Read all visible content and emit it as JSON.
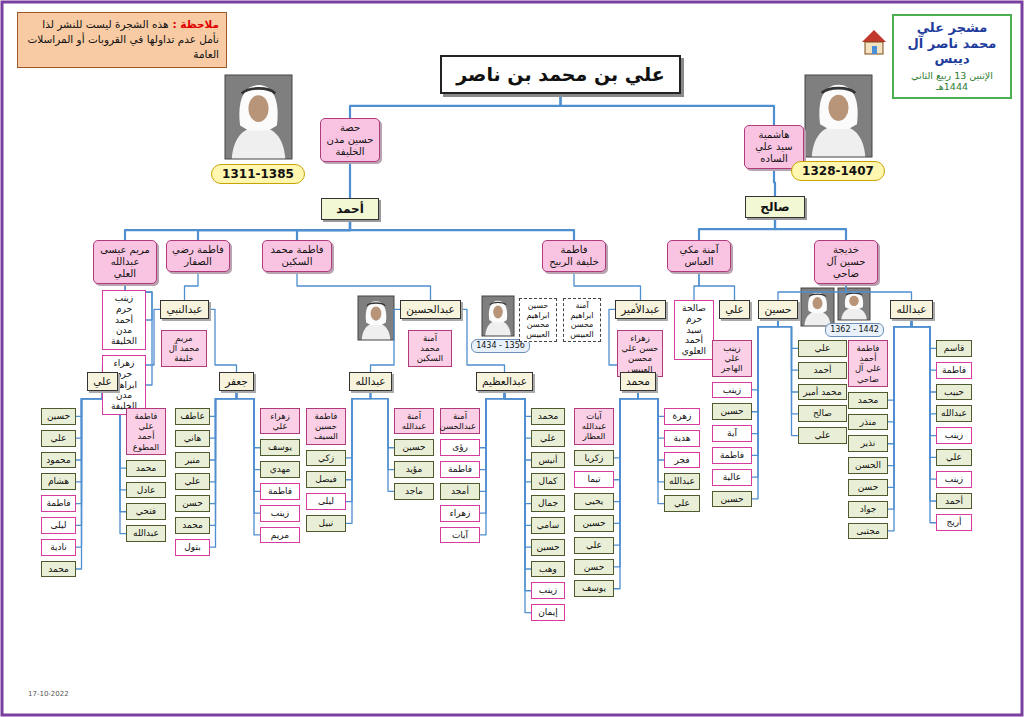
{
  "diagram": {
    "nodes": [
      {
        "text": [
          "علي بن محمد بن ناصر"
        ]
      },
      {
        "text": [
          "حصة حسين مدن الخليفة"
        ]
      },
      {
        "text": [
          "1311-1385"
        ]
      },
      {
        "text": [
          "هاشمية سيد علي الساده"
        ]
      },
      {
        "text": [
          "1328-1407"
        ]
      },
      {
        "text": [
          "أحمد"
        ]
      },
      {
        "text": [
          "صالح"
        ]
      },
      {
        "text": [
          "مريم عيسى عبدالله العلي"
        ]
      },
      {
        "text": [
          "فاطمة رضي الصفار"
        ]
      },
      {
        "text": [
          "فاطمة محمد السكين"
        ]
      },
      {
        "text": [
          "فاطمة خليفة الربيح"
        ]
      },
      {
        "text": [
          "آمنة مكي العباس"
        ]
      },
      {
        "text": [
          "خديجة حسين آل ضاحي"
        ]
      },
      {
        "text": [
          "زينب حرم أحمد مدن الخليفة"
        ]
      },
      {
        "text": [
          "زهراء حرم ابراهيم مدن الخليفة"
        ]
      },
      {
        "text": [
          "عبدالنبي"
        ]
      },
      {
        "text": [
          "مريم محمد آل خليفة"
        ]
      },
      {
        "text": [
          "عبدالحسين"
        ]
      },
      {
        "text": [
          "آمنة محمد السكين"
        ]
      },
      {
        "text": [
          "1434 - 1356"
        ]
      },
      {
        "text": [
          "عبدالأمير"
        ]
      },
      {
        "text": [
          "زهراء حسن علي محسن العبيس"
        ]
      },
      {
        "text": [
          "آمنة ابراهيم محسن العبيس"
        ]
      },
      {
        "text": [
          "حسين ابراهيم محسن العبيس"
        ]
      },
      {
        "text": [
          "صالحة حرم سيد أحمد العلوي"
        ]
      },
      {
        "text": [
          "علي"
        ]
      },
      {
        "text": [
          "حسين"
        ]
      },
      {
        "text": [
          "زينب علي الهاجر"
        ]
      },
      {
        "text": [
          "عبدالله"
        ]
      },
      {
        "text": [
          "فاطمة أحمد علي آل ضاحي"
        ]
      },
      {
        "text": [
          "1362 - 1442"
        ]
      },
      {
        "text": [
          "علي"
        ]
      },
      {
        "text": [
          "جعفر"
        ]
      },
      {
        "text": [
          "عبدالله"
        ]
      },
      {
        "text": [
          "عبدالعظيم"
        ]
      },
      {
        "text": [
          "محمد"
        ]
      },
      {
        "text": [
          "حسين"
        ]
      },
      {
        "text": [
          "علي"
        ]
      },
      {
        "text": [
          "محمود"
        ]
      },
      {
        "text": [
          "هشام"
        ]
      },
      {
        "text": [
          "فاطمة"
        ]
      },
      {
        "text": [
          "ليلى"
        ]
      },
      {
        "text": [
          "نادية"
        ]
      },
      {
        "text": [
          "محمد"
        ]
      },
      {
        "text": [
          "فاطمة علي أحمد المطوع"
        ]
      },
      {
        "text": [
          "محمد"
        ]
      },
      {
        "text": [
          "عادل"
        ]
      },
      {
        "text": [
          "فتحي"
        ]
      },
      {
        "text": [
          "عبدالله"
        ]
      },
      {
        "text": [
          "عاطف"
        ]
      },
      {
        "text": [
          "هاني"
        ]
      },
      {
        "text": [
          "منير"
        ]
      },
      {
        "text": [
          "علي"
        ]
      },
      {
        "text": [
          "حسن"
        ]
      },
      {
        "text": [
          "محمد"
        ]
      },
      {
        "text": [
          "بتول"
        ]
      },
      {
        "text": [
          "زهراء علي"
        ]
      },
      {
        "text": [
          "يوسف"
        ]
      },
      {
        "text": [
          "مهدي"
        ]
      },
      {
        "text": [
          "فاطمة"
        ]
      },
      {
        "text": [
          "زينب"
        ]
      },
      {
        "text": [
          "مريم"
        ]
      },
      {
        "text": [
          "فاطمة حسين السيف"
        ]
      },
      {
        "text": [
          "زكي"
        ]
      },
      {
        "text": [
          "فيصل"
        ]
      },
      {
        "text": [
          "ليلى"
        ]
      },
      {
        "text": [
          "نبيل"
        ]
      },
      {
        "text": [
          "آمنة عبدالله"
        ]
      },
      {
        "text": [
          "حسين"
        ]
      },
      {
        "text": [
          "مؤيد"
        ]
      },
      {
        "text": [
          "ماجد"
        ]
      },
      {
        "text": [
          "آمنة عبدالحسن"
        ]
      },
      {
        "text": [
          "رؤى"
        ]
      },
      {
        "text": [
          "فاطمة"
        ]
      },
      {
        "text": [
          "أمجد"
        ]
      },
      {
        "text": [
          "زهراء"
        ]
      },
      {
        "text": [
          "آيات"
        ]
      },
      {
        "text": [
          "محمد"
        ]
      },
      {
        "text": [
          "علي"
        ]
      },
      {
        "text": [
          "أنيس"
        ]
      },
      {
        "text": [
          "كمال"
        ]
      },
      {
        "text": [
          "جمال"
        ]
      },
      {
        "text": [
          "سامي"
        ]
      },
      {
        "text": [
          "حسين"
        ]
      },
      {
        "text": [
          "وهب"
        ]
      },
      {
        "text": [
          "زينب"
        ]
      },
      {
        "text": [
          "إيمان"
        ]
      },
      {
        "text": [
          "آيات عبدالله العطار"
        ]
      },
      {
        "text": [
          "زكريا"
        ]
      },
      {
        "text": [
          "تيما"
        ]
      },
      {
        "text": [
          "يحيى"
        ]
      },
      {
        "text": [
          "حسين"
        ]
      },
      {
        "text": [
          "علي"
        ]
      },
      {
        "text": [
          "حسن"
        ]
      },
      {
        "text": [
          "يوسف"
        ]
      },
      {
        "text": [
          "زهرة"
        ]
      },
      {
        "text": [
          "هدية"
        ]
      },
      {
        "text": [
          "فجر"
        ]
      },
      {
        "text": [
          "عبدالله"
        ]
      },
      {
        "text": [
          "علي"
        ]
      },
      {
        "text": [
          "زينب"
        ]
      },
      {
        "text": [
          "حسين"
        ]
      },
      {
        "text": [
          "آية"
        ]
      },
      {
        "text": [
          "فاطمة"
        ]
      },
      {
        "text": [
          "عالية"
        ]
      },
      {
        "text": [
          "حسين"
        ]
      },
      {
        "text": [
          "علي"
        ]
      },
      {
        "text": [
          "أحمد"
        ]
      },
      {
        "text": [
          "محمد أمير"
        ]
      },
      {
        "text": [
          "صالح"
        ]
      },
      {
        "text": [
          "علي"
        ]
      },
      {
        "text": [
          "محمد"
        ]
      },
      {
        "text": [
          "منذر"
        ]
      },
      {
        "text": [
          "نذير"
        ]
      },
      {
        "text": [
          "الحسن"
        ]
      },
      {
        "text": [
          "حسن"
        ]
      },
      {
        "text": [
          "جواد"
        ]
      },
      {
        "text": [
          "مجتبى"
        ]
      },
      {
        "text": [
          "قاسم"
        ]
      },
      {
        "text": [
          "فاطمة"
        ]
      },
      {
        "text": [
          "حبيب"
        ]
      },
      {
        "text": [
          "عبدالله"
        ]
      },
      {
        "text": [
          "زينب"
        ]
      },
      {
        "text": [
          "علي"
        ]
      },
      {
        "text": [
          "زينب"
        ]
      },
      {
        "text": [
          "أحمد"
        ]
      },
      {
        "text": [
          "أريج"
        ]
      },
      {
        "text": [
          "مشجر علي محمد ناصر آل ديبس",
          "الإثنين 13 ربيع الثاني 1444هـ"
        ]
      },
      {
        "text": [
          "ملاحظة :",
          "هذه الشجرة ليست للنشر لذا نأمل عدم تداولها في القروبات أو المراسلات العامة"
        ]
      }
    ],
    "edges": [
      {
        "from": 0,
        "to": 1,
        "arrow": "none"
      },
      {
        "from": 0,
        "to": 3,
        "arrow": "none"
      },
      {
        "from": 1,
        "to": 5,
        "arrow": "none"
      },
      {
        "from": 3,
        "to": 6,
        "arrow": "none"
      },
      {
        "from": 5,
        "to": 7,
        "arrow": "none"
      },
      {
        "from": 5,
        "to": 8,
        "arrow": "none"
      },
      {
        "from": 5,
        "to": 9,
        "arrow": "none"
      },
      {
        "from": 5,
        "to": 10,
        "arrow": "none"
      },
      {
        "from": 6,
        "to": 11,
        "arrow": "none"
      },
      {
        "from": 6,
        "to": 12,
        "arrow": "none"
      },
      {
        "from": 7,
        "to": 13,
        "arrow": "none"
      },
      {
        "from": 7,
        "to": 14,
        "arrow": "none"
      },
      {
        "from": 8,
        "to": 15,
        "arrow": "none"
      },
      {
        "from": 9,
        "to": 17,
        "arrow": "none"
      },
      {
        "from": 10,
        "to": 20,
        "arrow": "none"
      },
      {
        "from": 11,
        "to": 24,
        "arrow": "none"
      },
      {
        "from": 11,
        "to": 25,
        "arrow": "none"
      },
      {
        "from": 12,
        "to": 26,
        "arrow": "none"
      },
      {
        "from": 12,
        "to": 28,
        "arrow": "none"
      },
      {
        "from": 15,
        "to": 31,
        "arrow": "none"
      },
      {
        "from": 15,
        "to": 32,
        "arrow": "none"
      },
      {
        "from": 17,
        "to": 33,
        "arrow": "none"
      },
      {
        "from": 17,
        "to": 34,
        "arrow": "none"
      },
      {
        "from": 20,
        "to": 35,
        "arrow": "none"
      },
      {
        "from": 31,
        "to": 36,
        "arrow": "none"
      },
      {
        "from": 31,
        "to": 37,
        "arrow": "none"
      },
      {
        "from": 31,
        "to": 38,
        "arrow": "none"
      },
      {
        "from": 31,
        "to": 39,
        "arrow": "none"
      },
      {
        "from": 31,
        "to": 40,
        "arrow": "none"
      },
      {
        "from": 31,
        "to": 41,
        "arrow": "none"
      },
      {
        "from": 31,
        "to": 42,
        "arrow": "none"
      },
      {
        "from": 31,
        "to": 43,
        "arrow": "none"
      },
      {
        "from": 31,
        "to": 45,
        "arrow": "none"
      },
      {
        "from": 31,
        "to": 46,
        "arrow": "none"
      },
      {
        "from": 31,
        "to": 47,
        "arrow": "none"
      },
      {
        "from": 31,
        "to": 48,
        "arrow": "none"
      },
      {
        "from": 32,
        "to": 49,
        "arrow": "none"
      },
      {
        "from": 32,
        "to": 50,
        "arrow": "none"
      },
      {
        "from": 32,
        "to": 51,
        "arrow": "none"
      },
      {
        "from": 32,
        "to": 52,
        "arrow": "none"
      },
      {
        "from": 32,
        "to": 53,
        "arrow": "none"
      },
      {
        "from": 32,
        "to": 54,
        "arrow": "none"
      },
      {
        "from": 32,
        "to": 55,
        "arrow": "none"
      },
      {
        "from": 32,
        "to": 57,
        "arrow": "none"
      },
      {
        "from": 32,
        "to": 58,
        "arrow": "none"
      },
      {
        "from": 32,
        "to": 59,
        "arrow": "none"
      },
      {
        "from": 32,
        "to": 60,
        "arrow": "none"
      },
      {
        "from": 32,
        "to": 61,
        "arrow": "none"
      },
      {
        "from": 33,
        "to": 63,
        "arrow": "none"
      },
      {
        "from": 33,
        "to": 64,
        "arrow": "none"
      },
      {
        "from": 33,
        "to": 65,
        "arrow": "none"
      },
      {
        "from": 33,
        "to": 66,
        "arrow": "none"
      },
      {
        "from": 33,
        "to": 68,
        "arrow": "none"
      },
      {
        "from": 33,
        "to": 69,
        "arrow": "none"
      },
      {
        "from": 33,
        "to": 70,
        "arrow": "none"
      },
      {
        "from": 34,
        "to": 72,
        "arrow": "none"
      },
      {
        "from": 34,
        "to": 73,
        "arrow": "none"
      },
      {
        "from": 34,
        "to": 74,
        "arrow": "none"
      },
      {
        "from": 34,
        "to": 75,
        "arrow": "none"
      },
      {
        "from": 34,
        "to": 76,
        "arrow": "none"
      },
      {
        "from": 34,
        "to": 77,
        "arrow": "none"
      },
      {
        "from": 34,
        "to": 78,
        "arrow": "none"
      },
      {
        "from": 34,
        "to": 79,
        "arrow": "none"
      },
      {
        "from": 34,
        "to": 80,
        "arrow": "none"
      },
      {
        "from": 34,
        "to": 81,
        "arrow": "none"
      },
      {
        "from": 34,
        "to": 82,
        "arrow": "none"
      },
      {
        "from": 34,
        "to": 83,
        "arrow": "none"
      },
      {
        "from": 34,
        "to": 84,
        "arrow": "none"
      },
      {
        "from": 34,
        "to": 85,
        "arrow": "none"
      },
      {
        "from": 34,
        "to": 86,
        "arrow": "none"
      },
      {
        "from": 35,
        "to": 88,
        "arrow": "none"
      },
      {
        "from": 35,
        "to": 89,
        "arrow": "none"
      },
      {
        "from": 35,
        "to": 90,
        "arrow": "none"
      },
      {
        "from": 35,
        "to": 91,
        "arrow": "none"
      },
      {
        "from": 35,
        "to": 92,
        "arrow": "none"
      },
      {
        "from": 35,
        "to": 93,
        "arrow": "none"
      },
      {
        "from": 35,
        "to": 94,
        "arrow": "none"
      },
      {
        "from": 35,
        "to": 95,
        "arrow": "none"
      },
      {
        "from": 35,
        "to": 96,
        "arrow": "none"
      },
      {
        "from": 35,
        "to": 97,
        "arrow": "none"
      },
      {
        "from": 35,
        "to": 98,
        "arrow": "none"
      },
      {
        "from": 35,
        "to": 99,
        "arrow": "none"
      },
      {
        "from": 26,
        "to": 100,
        "arrow": "none"
      },
      {
        "from": 26,
        "to": 101,
        "arrow": "none"
      },
      {
        "from": 26,
        "to": 102,
        "arrow": "none"
      },
      {
        "from": 26,
        "to": 103,
        "arrow": "none"
      },
      {
        "from": 26,
        "to": 104,
        "arrow": "none"
      },
      {
        "from": 26,
        "to": 105,
        "arrow": "none"
      },
      {
        "from": 26,
        "to": 106,
        "arrow": "none"
      },
      {
        "from": 26,
        "to": 107,
        "arrow": "none"
      },
      {
        "from": 26,
        "to": 108,
        "arrow": "none"
      },
      {
        "from": 26,
        "to": 109,
        "arrow": "none"
      },
      {
        "from": 26,
        "to": 110,
        "arrow": "none"
      },
      {
        "from": 28,
        "to": 111,
        "arrow": "none"
      },
      {
        "from": 28,
        "to": 112,
        "arrow": "none"
      },
      {
        "from": 28,
        "to": 113,
        "arrow": "none"
      },
      {
        "from": 28,
        "to": 114,
        "arrow": "none"
      },
      {
        "from": 28,
        "to": 115,
        "arrow": "none"
      },
      {
        "from": 28,
        "to": 116,
        "arrow": "none"
      },
      {
        "from": 28,
        "to": 117,
        "arrow": "none"
      },
      {
        "from": 28,
        "to": 118,
        "arrow": "none"
      },
      {
        "from": 28,
        "to": 119,
        "arrow": "none"
      },
      {
        "from": 28,
        "to": 120,
        "arrow": "none"
      },
      {
        "from": 28,
        "to": 121,
        "arrow": "none"
      },
      {
        "from": 28,
        "to": 122,
        "arrow": "none"
      },
      {
        "from": 28,
        "to": 123,
        "arrow": "none"
      },
      {
        "from": 28,
        "to": 124,
        "arrow": "none"
      },
      {
        "from": 28,
        "to": 125,
        "arrow": "none"
      },
      {
        "from": 28,
        "to": 126,
        "arrow": "none"
      }
    ],
    "labels": [
      "17-10-2022"
    ]
  }
}
